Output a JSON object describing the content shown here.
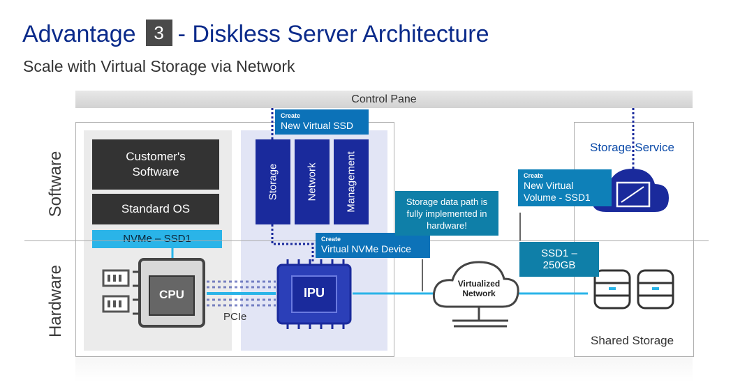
{
  "title": {
    "prefix": "Advantage",
    "badge": "3",
    "suffix": "- Diskless Server Architecture"
  },
  "subtitle": "Scale with Virtual Storage via Network",
  "control_pane": "Control Pane",
  "layers": {
    "software": "Software",
    "hardware": "Hardware"
  },
  "host": {
    "customer_software": "Customer's Software",
    "standard_os": "Standard OS",
    "nvme_bar": "NVMe – SSD1",
    "cpu": "CPU",
    "pcie": "PCIe"
  },
  "ipu": {
    "create_ssd_small": "Create",
    "create_ssd": "New Virtual SSD",
    "columns": [
      "Storage",
      "Network",
      "Management"
    ],
    "create_nvme_small": "Create",
    "create_nvme": "Virtual NVMe Device",
    "chip": "IPU"
  },
  "storage_data_path": "Storage data path is fully implemented in hardware!",
  "network": {
    "label": "Virtualized Network"
  },
  "storage": {
    "service": "Storage Service",
    "create_volume_small": "Create",
    "create_volume": "New Virtual Volume - SSD1",
    "ssd_label": "SSD1 – 250GB",
    "shared": "Shared Storage"
  },
  "colors": {
    "title": "#0a2a8a",
    "ipu_blue": "#1a2a9c",
    "link_cyan": "#2ab4e8",
    "callout": "#0c72b8"
  }
}
